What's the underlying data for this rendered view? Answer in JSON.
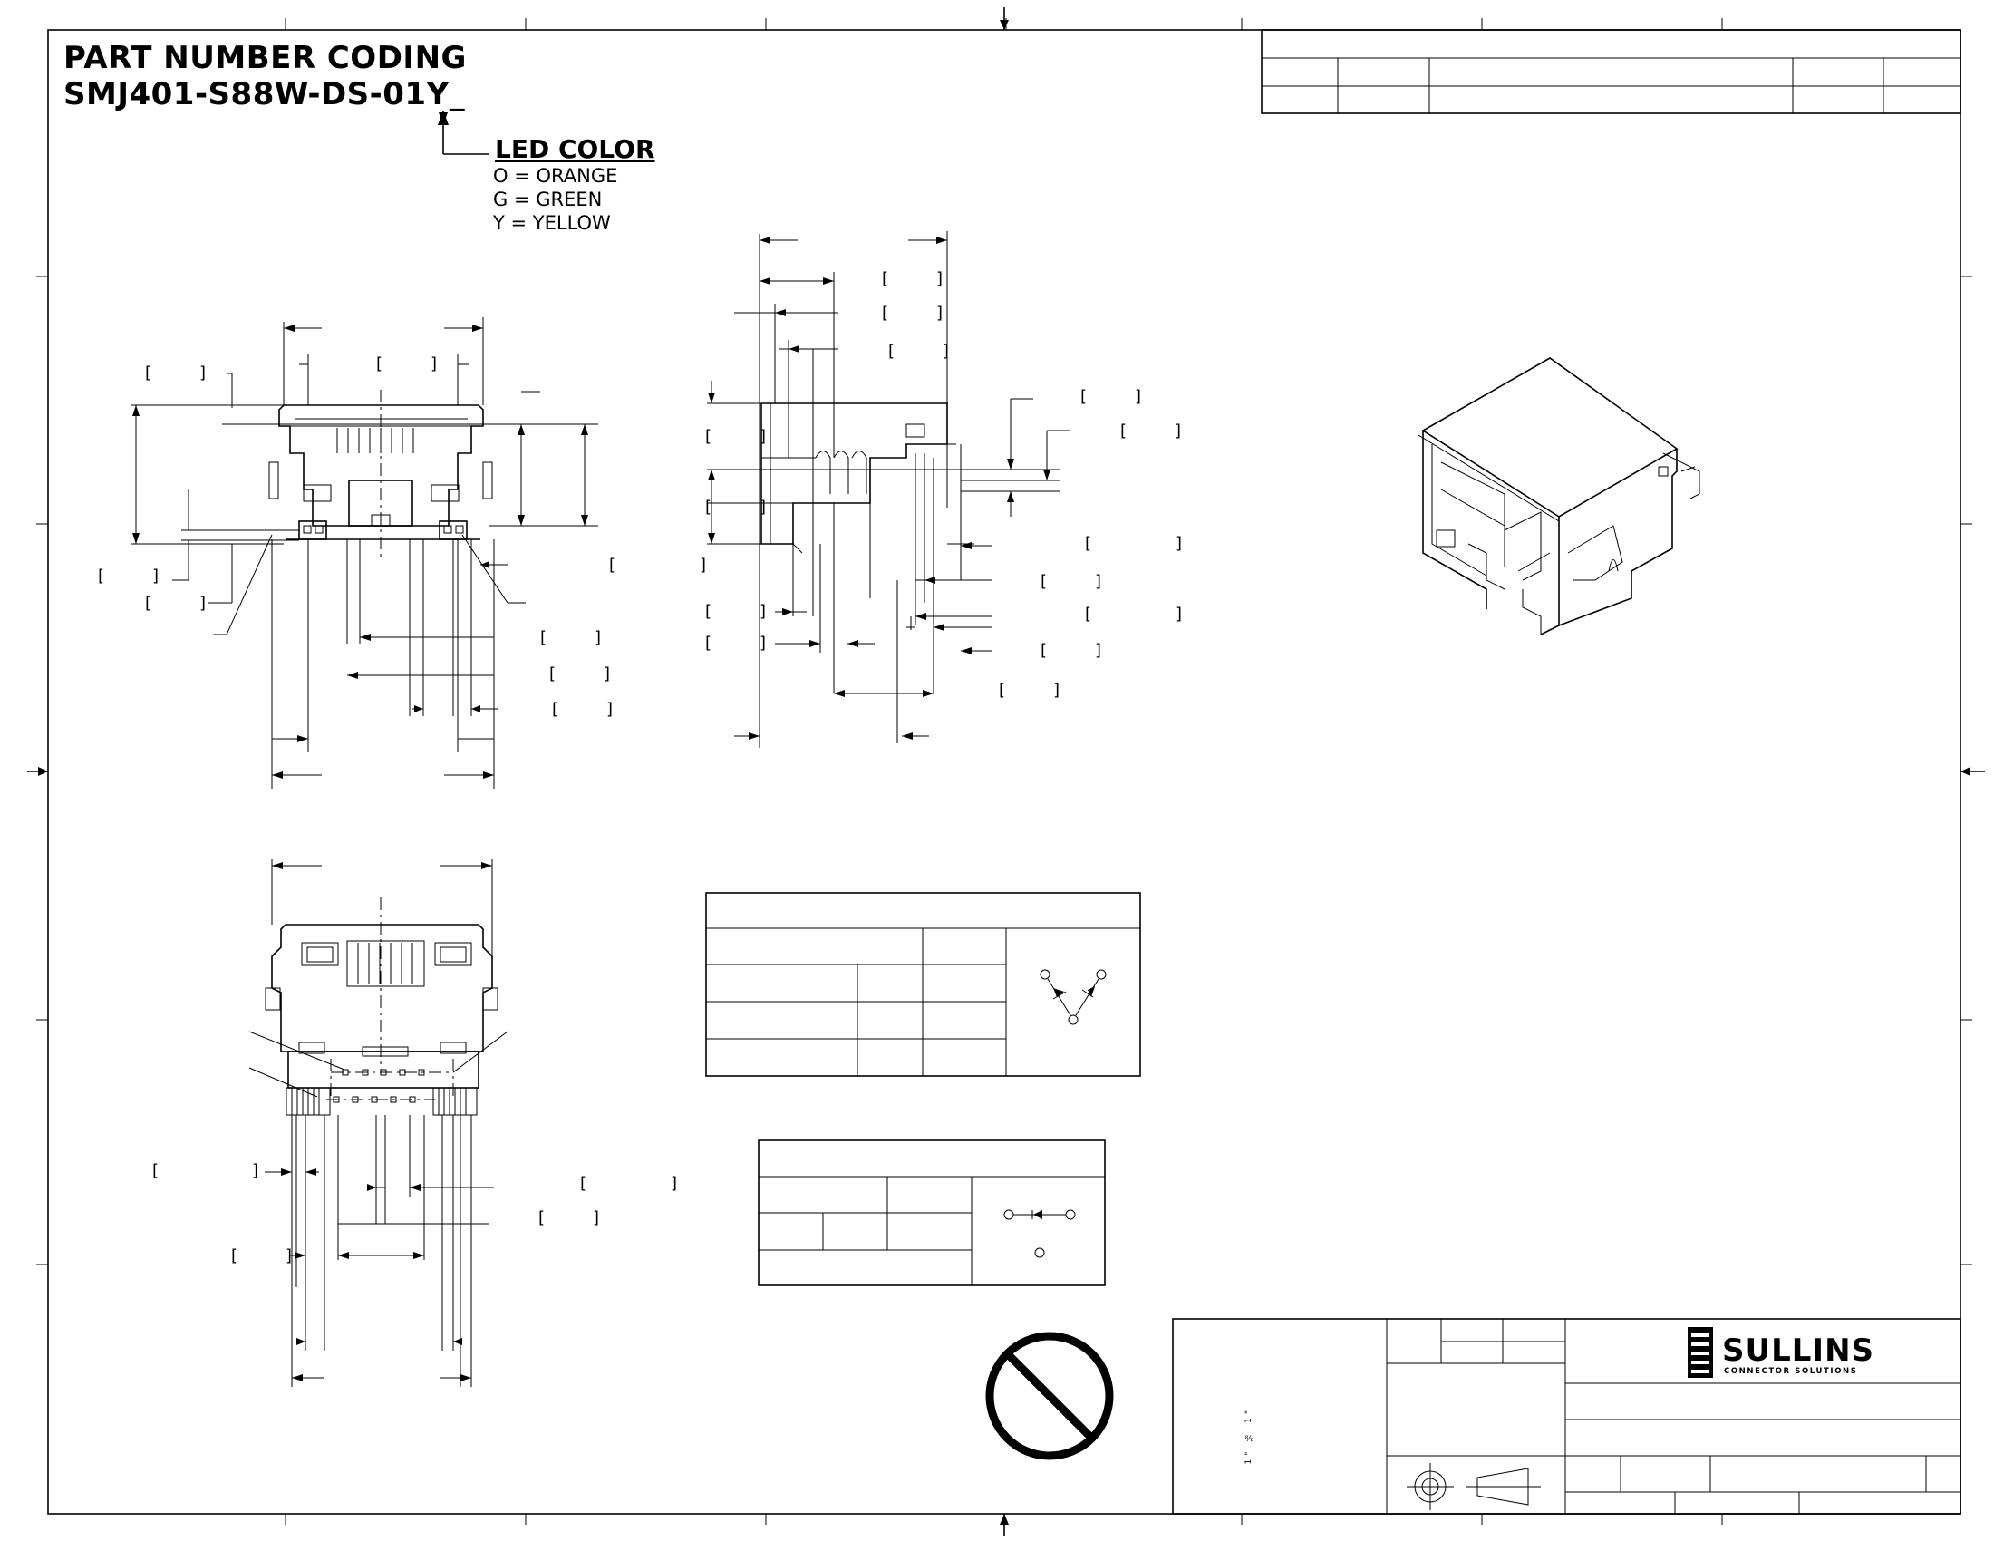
{
  "header": {
    "title_line1": "PART NUMBER CODING",
    "title_line2": "SMJ401-S88W-DS-01Y_"
  },
  "led_color": {
    "title": "LED COLOR",
    "options": [
      "O = ORANGE",
      "G = GREEN",
      "Y = YELLOW"
    ]
  },
  "title_block": {
    "logo_name": "SULLINS",
    "logo_tagline": "CONNECTOR SOLUTIONS",
    "note_vertical": "1\" ⅛ 1\""
  },
  "bracket_glyphs": "[ ]"
}
